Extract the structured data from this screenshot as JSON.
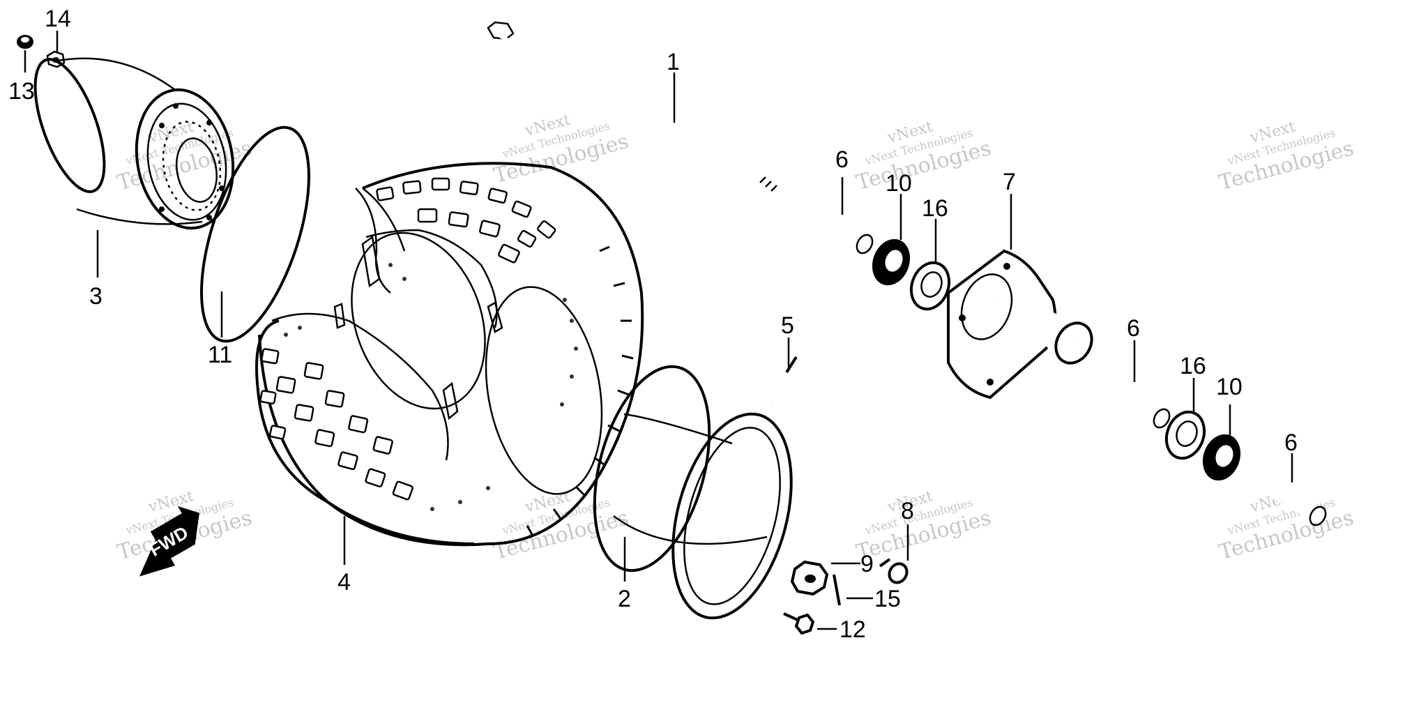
{
  "callouts": {
    "c1": "1",
    "c2": "2",
    "c3": "3",
    "c4": "4",
    "c5": "5",
    "c6a": "6",
    "c6b": "6",
    "c6c": "6",
    "c7": "7",
    "c8": "8",
    "c9": "9",
    "c10a": "10",
    "c10b": "10",
    "c11": "11",
    "c12": "12",
    "c13": "13",
    "c14": "14",
    "c15": "15",
    "c16a": "16",
    "c16b": "16"
  },
  "fwd_label": "FWD",
  "watermark": {
    "line1": "vNext",
    "line2": "vNext Technologies",
    "line3": "Technologies"
  },
  "colors": {
    "ink": "#000000",
    "paper": "#ffffff",
    "watermark": "#999999"
  }
}
